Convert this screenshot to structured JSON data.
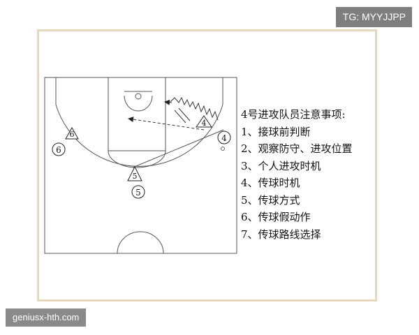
{
  "watermark_tag": "TG: MYYJJPP",
  "footer_tag": "geniusx-hth.com",
  "diagram": {
    "player_labels": {
      "p4_triangle": "4",
      "p4_circle": "4",
      "p5_triangle": "5",
      "p5_circle": "5",
      "p6_triangle": "6",
      "p6_circle": "6"
    }
  },
  "notes": {
    "title": "4号进攻队员注意事项:",
    "items": [
      "1、接球前判断",
      "2、观察防守、进攻位置",
      "3、个人进攻时机",
      "4、传球时机",
      "5、传球方式",
      "6、传球假动作",
      "7、传球路线选择"
    ]
  }
}
